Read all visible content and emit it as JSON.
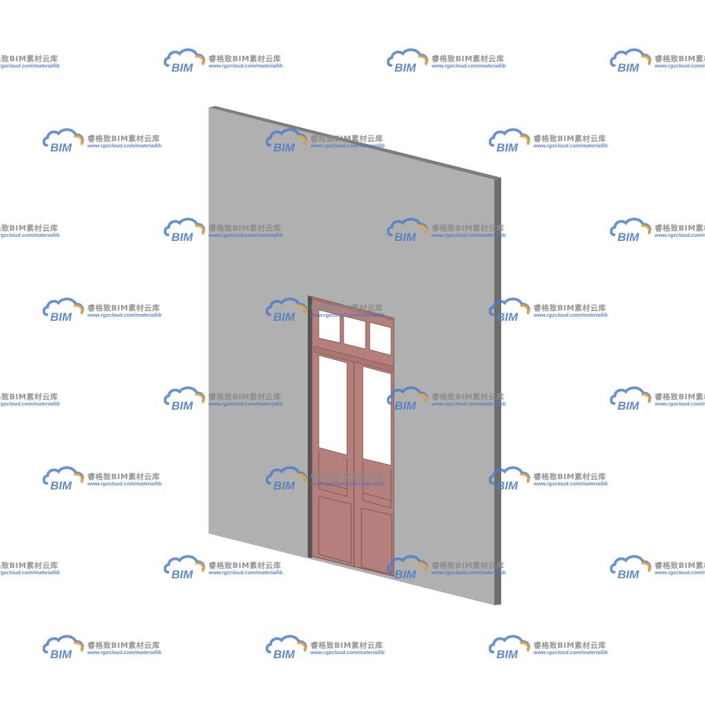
{
  "watermark": {
    "logo_text": "BIM",
    "title": "睿格致BIM素材云库",
    "url": "www.rgzcloud.com/materiallib",
    "logo_icon": "cloud-icon",
    "colors": {
      "cloud_blue": "#4f7fc6",
      "cloud_orange": "#e9a33c",
      "title_gray": "#8a8a8a",
      "url_blue": "#4a78c0"
    }
  },
  "model": {
    "colors": {
      "wall_face": "#b0b0b0",
      "wall_top": "#7d7d7d",
      "wall_side": "#6e6e6e",
      "door_frame": "#b5807c",
      "door_edge": "#6f4a47",
      "glass": "#ffffff",
      "jamb": "#555555"
    }
  }
}
